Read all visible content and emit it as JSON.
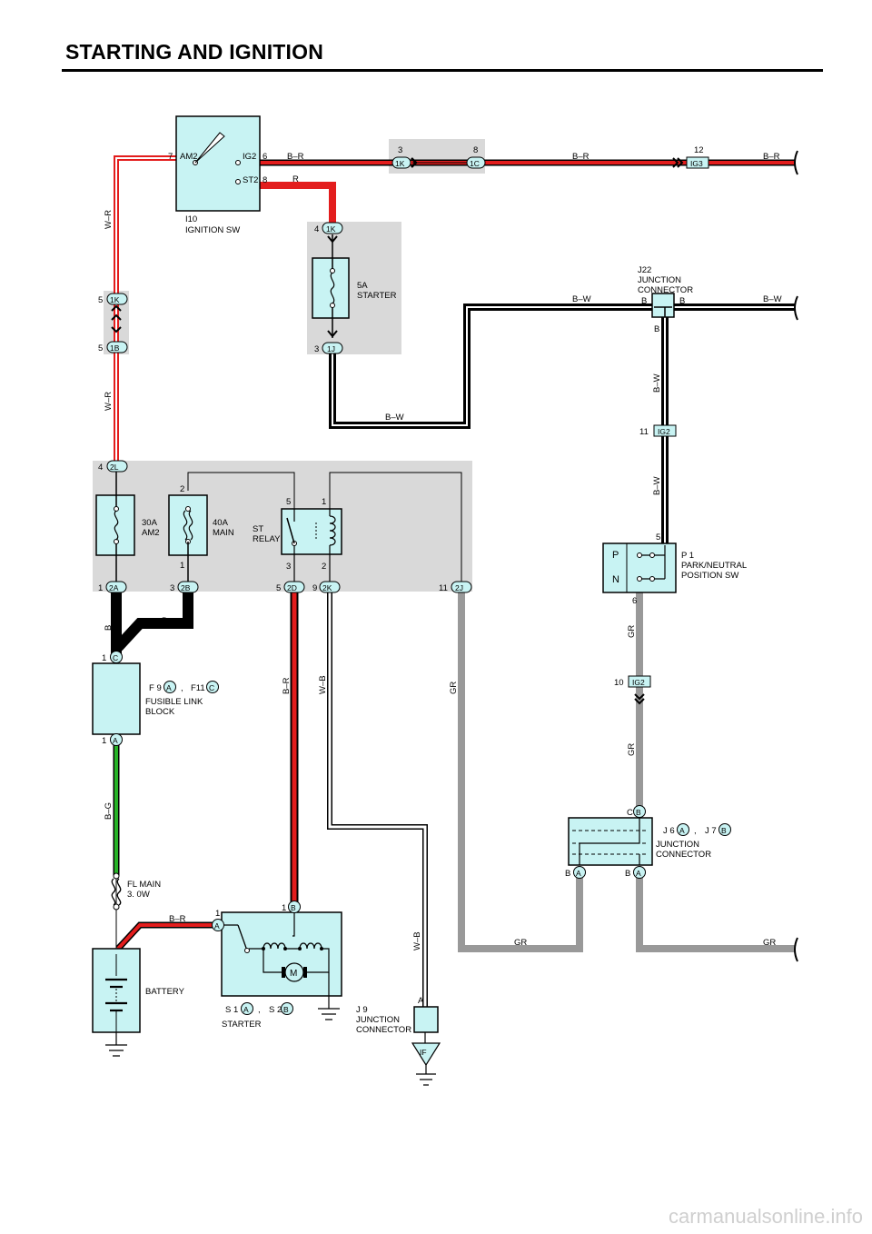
{
  "page": {
    "title": "STARTING AND IGNITION",
    "footer": "carmanualsonline.info"
  },
  "components": {
    "ignition_sw": {
      "code": "I10",
      "name": "IGNITION SW",
      "am2": "AM2",
      "ig2": "IG2",
      "st2": "ST2",
      "pin_am2": "7",
      "pin_ig2": "6",
      "pin_st2": "8"
    },
    "starter_fuse": {
      "rating": "5A",
      "name": "STARTER"
    },
    "j22": {
      "code": "J22",
      "line1": "JUNCTION",
      "line2": "CONNECTOR",
      "pin_left": "B",
      "pin_right": "B",
      "pin_down": "B"
    },
    "am2_fuse": {
      "rating": "30A",
      "name": "AM2"
    },
    "main_fuse": {
      "rating": "40A",
      "name": "MAIN"
    },
    "st_relay": {
      "line1": "ST",
      "line2": "RELAY",
      "pin5": "5",
      "pin1": "1",
      "pin3": "3",
      "pin2": "2"
    },
    "park_neutral_sw": {
      "code": "P 1",
      "line1": "PARK/NEUTRAL",
      "line2": "POSITION SW",
      "p": "P",
      "n": "N",
      "pin_top": "5",
      "pin_bottom": "6"
    },
    "fusible_link": {
      "ref1": "F 9",
      "ref1_letter": "A",
      "sep": ",",
      "ref2": "F11",
      "ref2_letter": "C",
      "line1": "FUSIBLE LINK",
      "line2": "BLOCK",
      "pin_top": "1",
      "top_letter": "C",
      "pin_bottom": "1",
      "bottom_letter": "A"
    },
    "fl_main": {
      "line1": "FL MAIN",
      "line2": "3. 0W"
    },
    "battery": {
      "name": "BATTERY"
    },
    "starter": {
      "ref1": "S 1",
      "ref1_letter": "A",
      "sep": ",",
      "ref2": "S 2",
      "ref2_letter": "B",
      "name": "STARTER",
      "pin_a": "1",
      "a_letter": "A",
      "pin_b": "1",
      "b_letter": "B",
      "motor": "M"
    },
    "j9": {
      "code": "J 9",
      "line1": "JUNCTION",
      "line2": "CONNECTOR",
      "pin": "A",
      "ground": "IF"
    },
    "j6j7": {
      "ref1": "J 6",
      "ref1_letter": "A",
      "sep": ",",
      "ref2": "J 7",
      "ref2_letter": "B",
      "line1": "JUNCTION",
      "line2": "CONNECTOR",
      "pin_c": "C",
      "c_letter": "B",
      "pin_b1": "B",
      "b1_letter": "A",
      "pin_b2": "B",
      "b2_letter": "A"
    }
  },
  "connectors": {
    "c_1k_top": {
      "pin": "3",
      "code": "1K"
    },
    "c_1c_top": {
      "pin": "8",
      "code": "1C"
    },
    "c_ig3": {
      "pin": "12",
      "code": "IG3"
    },
    "c_1k_fuse": {
      "pin": "4",
      "code": "1K"
    },
    "c_1j": {
      "pin": "3",
      "code": "1J"
    },
    "c_1k_left": {
      "pin": "5",
      "code": "1K"
    },
    "c_1b": {
      "pin": "5",
      "code": "1B"
    },
    "c_2l": {
      "pin": "4",
      "code": "2L"
    },
    "c_2a": {
      "pin": "1",
      "code": "2A"
    },
    "c_2b": {
      "pin": "3",
      "code": "2B"
    },
    "c_2d": {
      "pin": "5",
      "code": "2D"
    },
    "c_2k": {
      "pin": "9",
      "code": "2K"
    },
    "c_2j": {
      "pin": "11",
      "code": "2J"
    },
    "c_ig2_a": {
      "pin": "11",
      "code": "IG2"
    },
    "c_ig2_b": {
      "pin": "10",
      "code": "IG2"
    },
    "main_fuse_pin_top": "2",
    "main_fuse_pin_bottom": "1"
  },
  "wires": {
    "br": "B–R",
    "r": "R",
    "wr": "W–R",
    "bw": "B–W",
    "b": "B",
    "wb": "W–B",
    "gr": "GR",
    "bg": "B–G"
  },
  "colors": {
    "component_fill": "#c8f3f3",
    "shade": "#d9d9d9",
    "red": "#e31d1d",
    "green": "#27b327",
    "gray_wire": "#999999",
    "black": "#000000"
  }
}
